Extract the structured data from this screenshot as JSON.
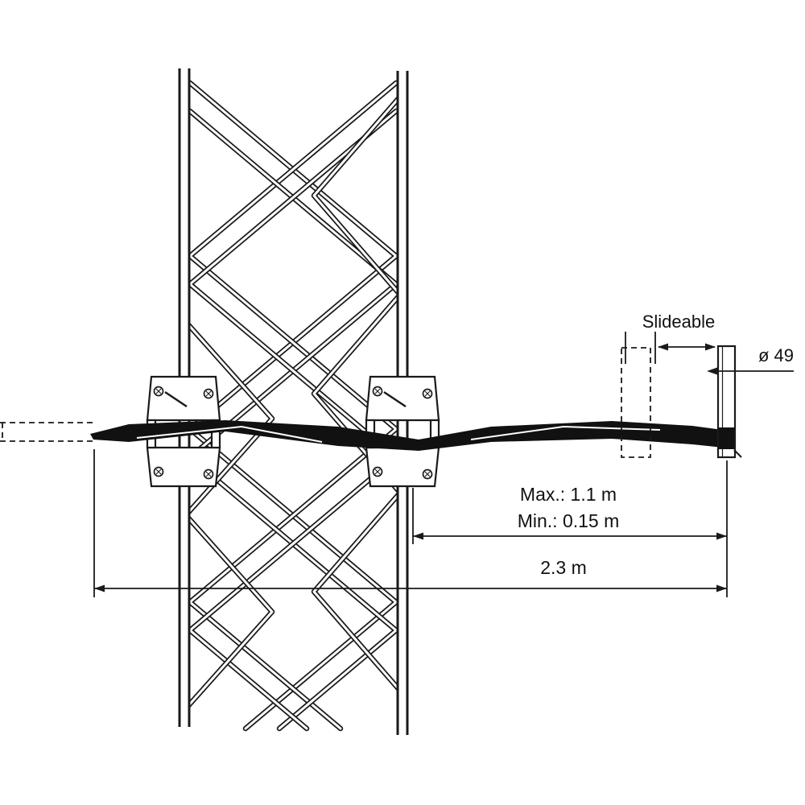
{
  "labels": {
    "slideable": "Slideable",
    "diameter": "ø 49",
    "max": "Max.: 1.1 m",
    "min": "Min.: 0.15 m",
    "total": "2.3 m"
  },
  "colors": {
    "line": "#1a1a1a",
    "ink": "#111111",
    "background": "#ffffff"
  }
}
